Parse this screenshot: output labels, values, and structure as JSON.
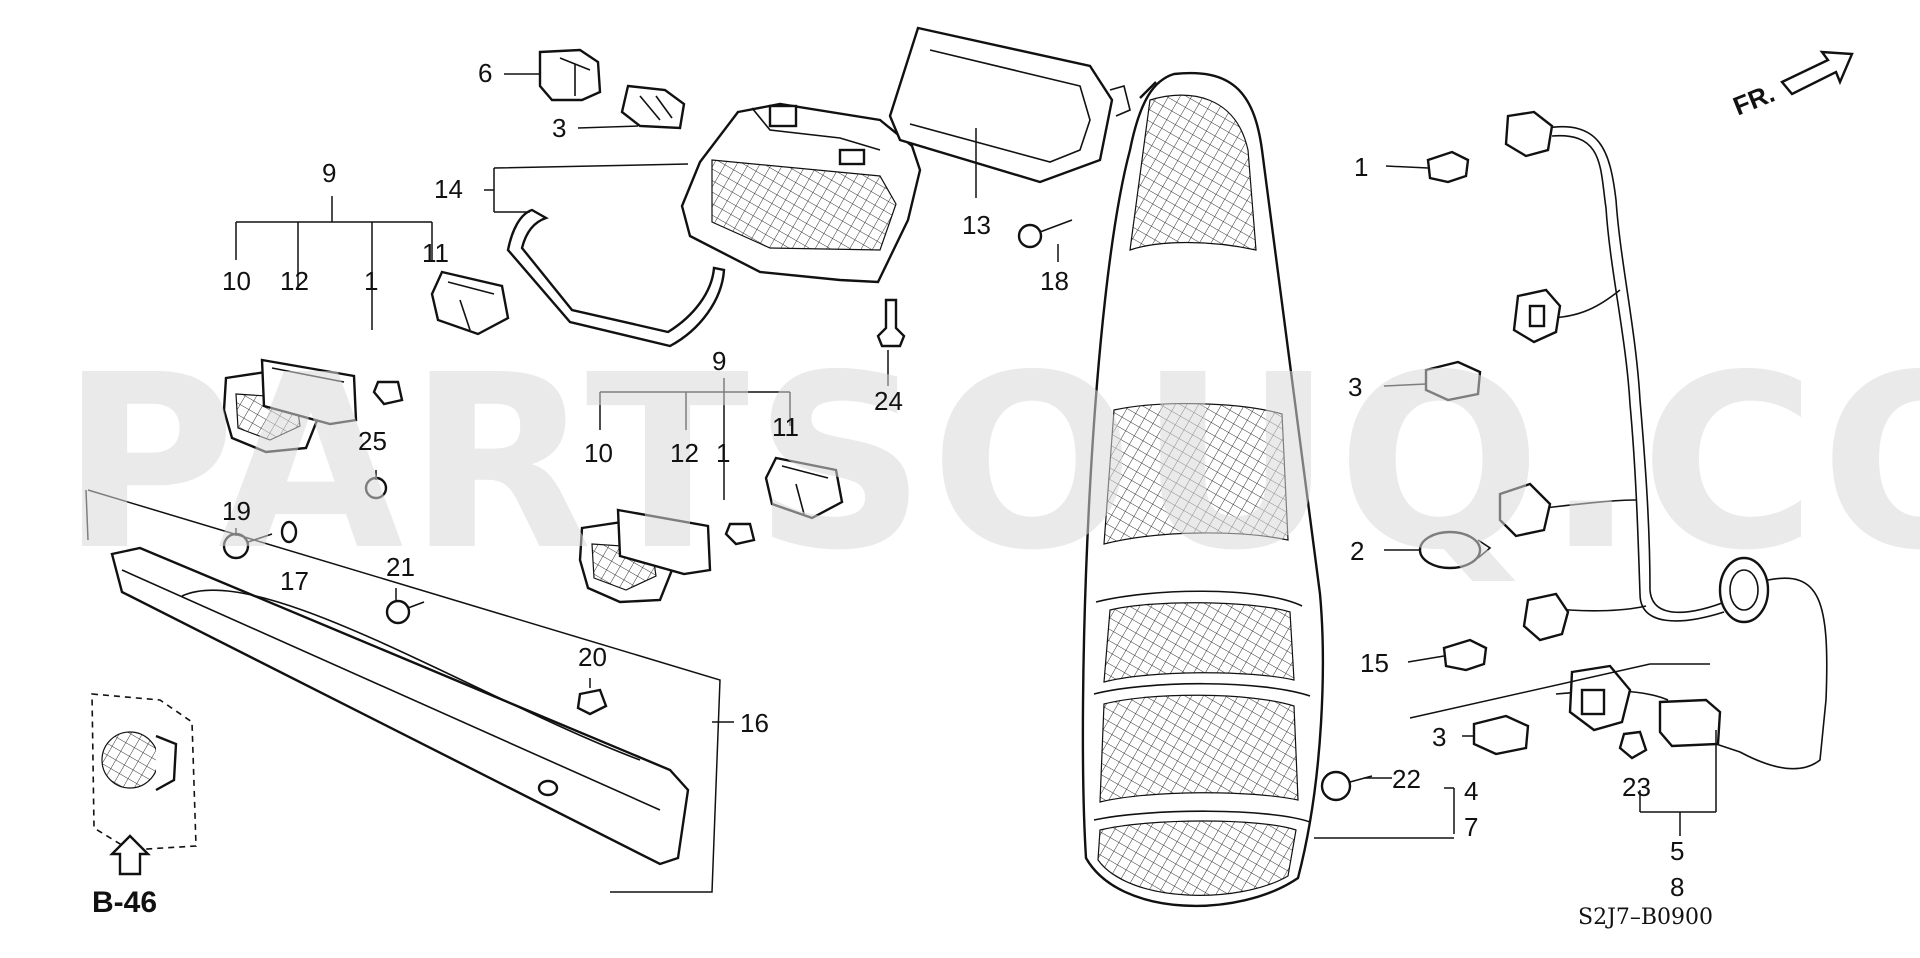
{
  "watermark": "PARTSOUQ.COM",
  "diagram_code": "S2J7–B0900",
  "front_arrow": "FR.",
  "ref_label": "B-46",
  "callouts": {
    "c6": "6",
    "c3a": "3",
    "c9a": "9",
    "c14": "14",
    "c13": "13",
    "c18": "18",
    "c10a": "10",
    "c12a": "12",
    "c1a": "1",
    "c11a": "11",
    "c24": "24",
    "c25": "25",
    "c9b": "9",
    "c10b": "10",
    "c12b": "12",
    "c1b": "1",
    "c11b": "11",
    "c19": "19",
    "c17": "17",
    "c21": "21",
    "c20": "20",
    "c16": "16",
    "c1c": "1",
    "c3b": "3",
    "c2": "2",
    "c15": "15",
    "c3c": "3",
    "c22": "22",
    "c4": "4",
    "c7": "7",
    "c23": "23",
    "c5": "5",
    "c8": "8"
  }
}
